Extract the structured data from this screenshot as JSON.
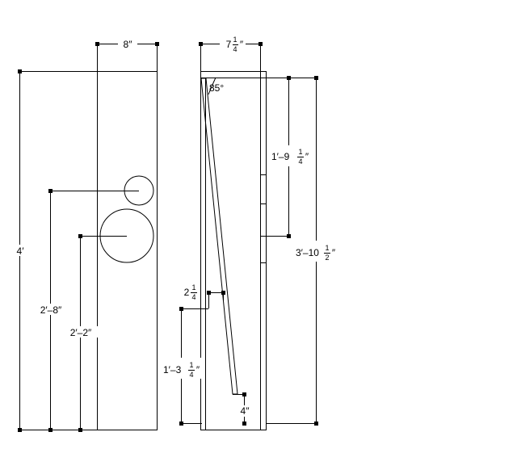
{
  "front_view": {
    "width_label": "8″",
    "height_label": "4′",
    "small_hole_label": "2′–8″",
    "large_hole_label": "2′–2″"
  },
  "side_view": {
    "top_width": {
      "whole": "7",
      "num": "1",
      "den": "4",
      "unit": "″"
    },
    "angle_label": "85°",
    "upper_span": {
      "prefix": "1′–9",
      "num": "1",
      "den": "4",
      "unit": "″"
    },
    "total_height": {
      "prefix": "3′–10",
      "num": "1",
      "den": "2",
      "unit": "″"
    },
    "step_width": {
      "whole": "2",
      "num": "1",
      "den": "4"
    },
    "lower_span": {
      "prefix": "1′–3",
      "num": "1",
      "den": "4",
      "unit": "″"
    },
    "bottom_gap_label": "4″"
  }
}
